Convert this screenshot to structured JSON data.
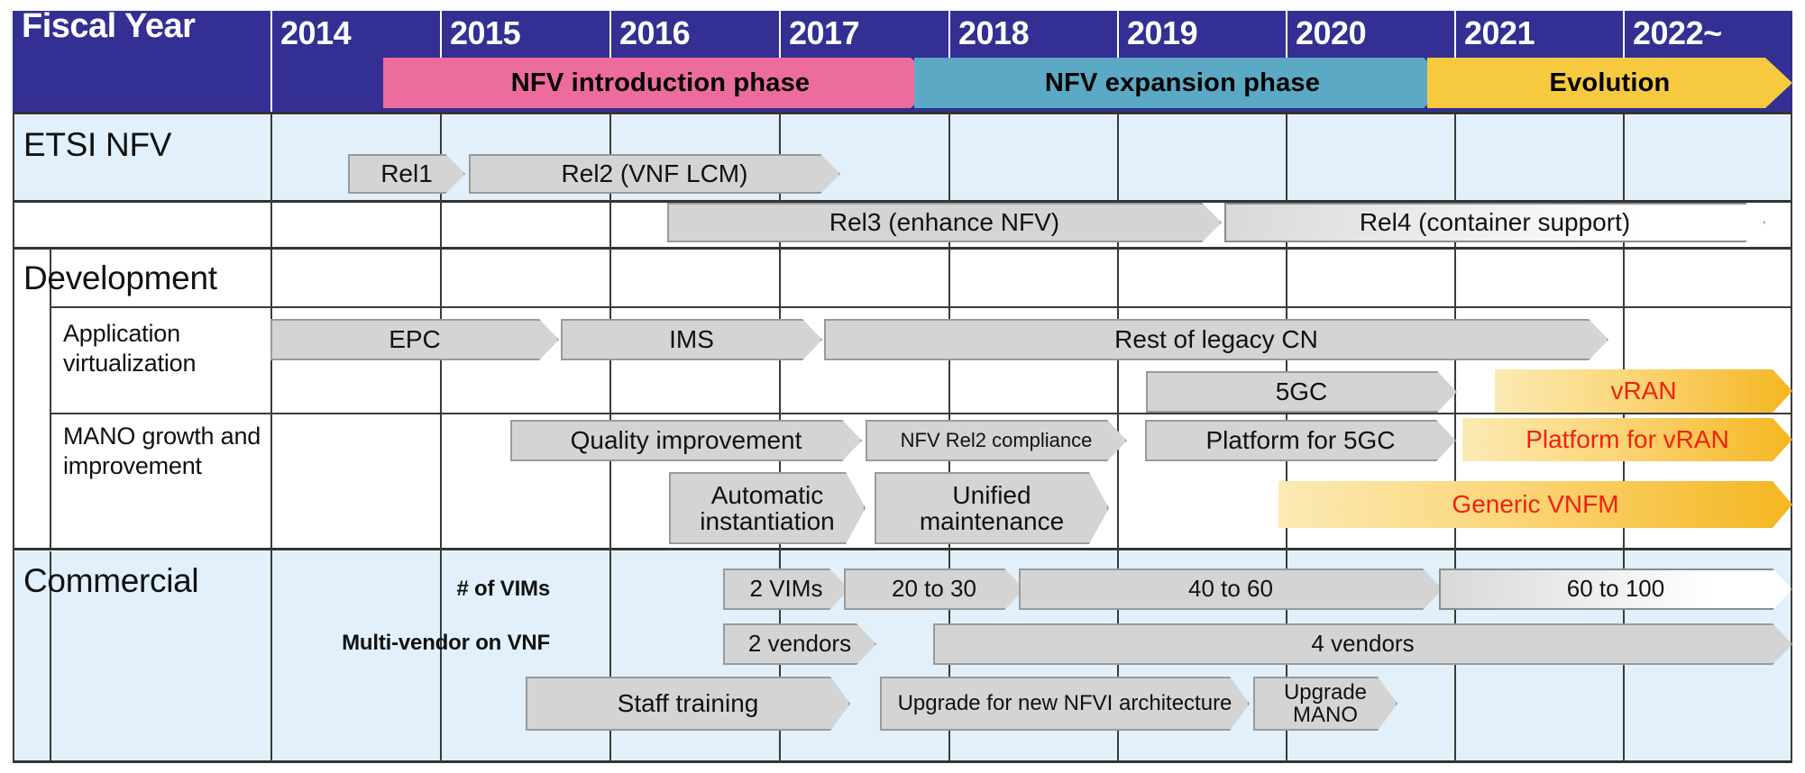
{
  "header": {
    "title": "Fiscal Year",
    "years": [
      "2014",
      "2015",
      "2016",
      "2017",
      "2018",
      "2019",
      "2020",
      "2021",
      "2022~"
    ],
    "phases": [
      {
        "label": "NFV introduction phase",
        "color": "#ec6c9e"
      },
      {
        "label": "NFV expansion phase",
        "color": "#5ba9c4"
      },
      {
        "label": "Evolution",
        "color": "#f6c93f"
      }
    ]
  },
  "sections": [
    {
      "name": "ETSI NFV",
      "rows": [
        {
          "label": "",
          "bars": [
            {
              "text": "Rel1",
              "style": "grey"
            },
            {
              "text": "Rel2 (VNF LCM)",
              "style": "grey"
            }
          ]
        },
        {
          "label": "",
          "bars": [
            {
              "text": "Rel3 (enhance NFV)",
              "style": "grey"
            },
            {
              "text": "Rel4 (container support)",
              "style": "outline"
            }
          ]
        }
      ]
    },
    {
      "name": "Development",
      "rows": [
        {
          "label": "Application virtualization",
          "bars": [
            {
              "text": "EPC",
              "style": "grey"
            },
            {
              "text": "IMS",
              "style": "grey"
            },
            {
              "text": "Rest of legacy CN",
              "style": "grey"
            },
            {
              "text": "5GC",
              "style": "grey"
            },
            {
              "text": "vRAN",
              "style": "amber"
            }
          ]
        },
        {
          "label": "MANO growth and improvement",
          "bars": [
            {
              "text": "Quality improvement",
              "style": "grey"
            },
            {
              "text": "NFV Rel2 compliance",
              "style": "grey"
            },
            {
              "text": "Platform for 5GC",
              "style": "grey"
            },
            {
              "text": "Platform for vRAN",
              "style": "amber"
            },
            {
              "text": "Automatic instantiation",
              "style": "grey"
            },
            {
              "text": "Unified maintenance",
              "style": "grey"
            },
            {
              "text": "Generic VNFM",
              "style": "amber"
            }
          ]
        }
      ]
    },
    {
      "name": "Commercial",
      "rows": [
        {
          "label": "# of VIMs",
          "bars": [
            {
              "text": "2 VIMs",
              "style": "grey"
            },
            {
              "text": "20 to 30",
              "style": "grey"
            },
            {
              "text": "40 to 60",
              "style": "grey"
            },
            {
              "text": "60 to 100",
              "style": "outline"
            }
          ]
        },
        {
          "label": "Multi-vendor on VNF",
          "bars": [
            {
              "text": "2 vendors",
              "style": "grey"
            },
            {
              "text": "4 vendors",
              "style": "grey"
            }
          ]
        },
        {
          "label": "",
          "bars": [
            {
              "text": "Staff training",
              "style": "grey"
            },
            {
              "text": "Upgrade for new NFVI architecture",
              "style": "grey"
            },
            {
              "text": "Upgrade MANO",
              "style": "grey"
            }
          ]
        }
      ]
    }
  ],
  "labels": {
    "fiscal_year": "Fiscal Year",
    "etsi_nfv": "ETSI NFV",
    "development": "Development",
    "commercial": "Commercial",
    "app_virt_line1": "Application",
    "app_virt_line2": "virtualization",
    "mano_line1": "MANO growth and",
    "mano_line2": "improvement",
    "num_vims": "# of VIMs",
    "multi_vendor": "Multi-vendor on VNF",
    "y2014": "2014",
    "y2015": "2015",
    "y2016": "2016",
    "y2017": "2017",
    "y2018": "2018",
    "y2019": "2019",
    "y2020": "2020",
    "y2021": "2021",
    "y2022": "2022~",
    "phase1": "NFV introduction phase",
    "phase2": "NFV expansion phase",
    "phase3": "Evolution",
    "rel1": "Rel1",
    "rel2": "Rel2 (VNF LCM)",
    "rel3": "Rel3 (enhance NFV)",
    "rel4": "Rel4 (container support)",
    "epc": "EPC",
    "ims": "IMS",
    "rest_legacy_cn": "Rest of legacy CN",
    "fivegc": "5GC",
    "vran": "vRAN",
    "quality_improvement": "Quality improvement",
    "nfv_rel2_compliance": "NFV Rel2 compliance",
    "platform_5gc": "Platform for 5GC",
    "platform_vran": "Platform for vRAN",
    "auto_inst_l1": "Automatic",
    "auto_inst_l2": "instantiation",
    "unified_l1": "Unified",
    "unified_l2": "maintenance",
    "generic_vnfm": "Generic VNFM",
    "two_vims": "2 VIMs",
    "twenty_thirty": "20 to 30",
    "forty_sixty": "40 to 60",
    "sixty_hundred": "60 to 100",
    "two_vendors": "2 vendors",
    "four_vendors": "4 vendors",
    "staff_training": "Staff training",
    "upgrade_nfvi": "Upgrade for new NFVI architecture",
    "upgrade_mano_l1": "Upgrade",
    "upgrade_mano_l2": "MANO"
  },
  "colors": {
    "header_bg": "#342f93",
    "band_blue": "#e1f0fb",
    "phase_pink": "#ec6c9e",
    "phase_teal": "#5ba9c4",
    "phase_yellow": "#f6c93f",
    "bar_grey": "#d4d4d4",
    "accent_red": "#ee2211",
    "amber": "#f5b621"
  }
}
